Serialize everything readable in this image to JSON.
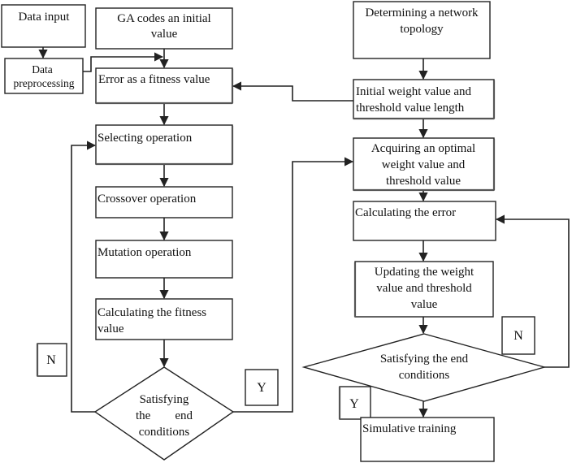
{
  "nodes": {
    "data_input": "Data input",
    "ga_codes": [
      "GA codes an initial",
      "value"
    ],
    "data_preprocessing": [
      "Data",
      "preprocessing"
    ],
    "error_fitness": "Error as a fitness value",
    "selecting": "Selecting operation",
    "crossover": "Crossover operation",
    "mutation": "Mutation operation",
    "calc_fitness": [
      "Calculating the fitness",
      "value"
    ],
    "ga_decision": [
      "Satisfying",
      "the        end",
      "conditions"
    ],
    "network_topology": [
      "Determining a network",
      "topology"
    ],
    "initial_weight": [
      "Initial weight value and",
      "threshold value length"
    ],
    "optimal_weight": [
      "Acquiring an optimal",
      "weight value and",
      "threshold value"
    ],
    "calc_error": "Calculating the error",
    "updating_weight": [
      "Updating the weight",
      "value and threshold",
      "value"
    ],
    "bp_decision": [
      "Satisfying the end",
      "conditions"
    ],
    "simulative_training": "Simulative training"
  },
  "labels": {
    "ga_no": "N",
    "ga_yes": "Y",
    "bp_no": "N",
    "bp_yes": "Y"
  }
}
